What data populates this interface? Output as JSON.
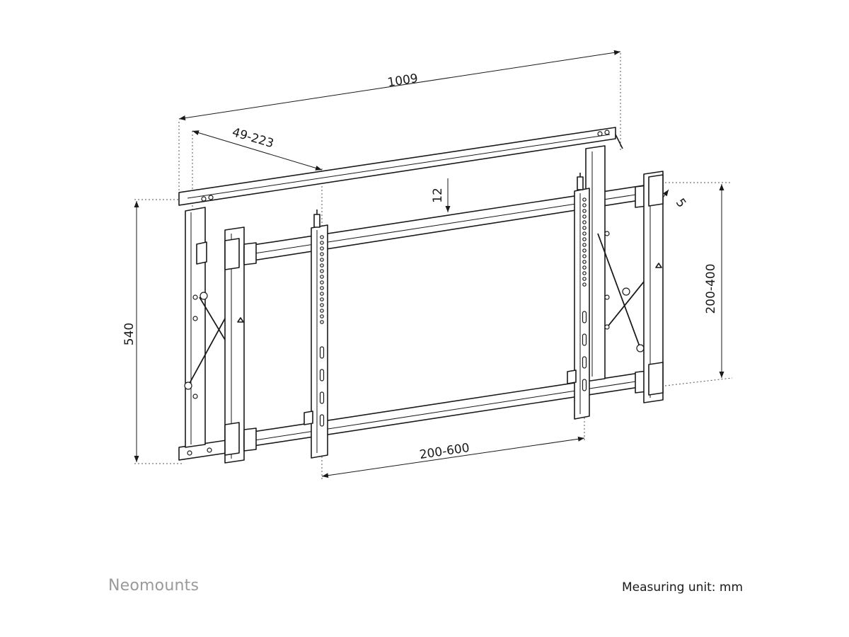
{
  "dimensions": {
    "overall_width": "1009",
    "depth_range": "49-223",
    "height": "540",
    "offset": "12",
    "tilt": "5",
    "vertical_pattern": "200-400",
    "horizontal_pattern": "200-600"
  },
  "footer": {
    "brand": "Neomounts",
    "measuring_unit": "Measuring unit: mm"
  },
  "colors": {
    "line": "#1a1a1a",
    "brand_text": "#9a9a9a",
    "background": "#ffffff"
  }
}
